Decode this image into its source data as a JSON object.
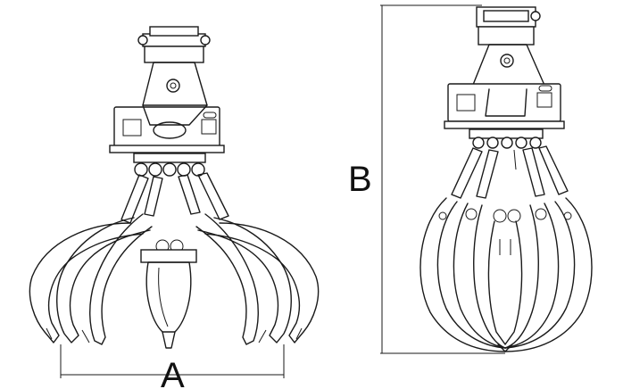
{
  "diagram": {
    "labels": {
      "open_width": "A",
      "closed_height": "B"
    },
    "views": [
      {
        "name": "open-grapple-front-view",
        "state": "open"
      },
      {
        "name": "closed-grapple-side-view",
        "state": "closed"
      }
    ],
    "line_color": "#1a1a1a",
    "background": "#ffffff"
  }
}
